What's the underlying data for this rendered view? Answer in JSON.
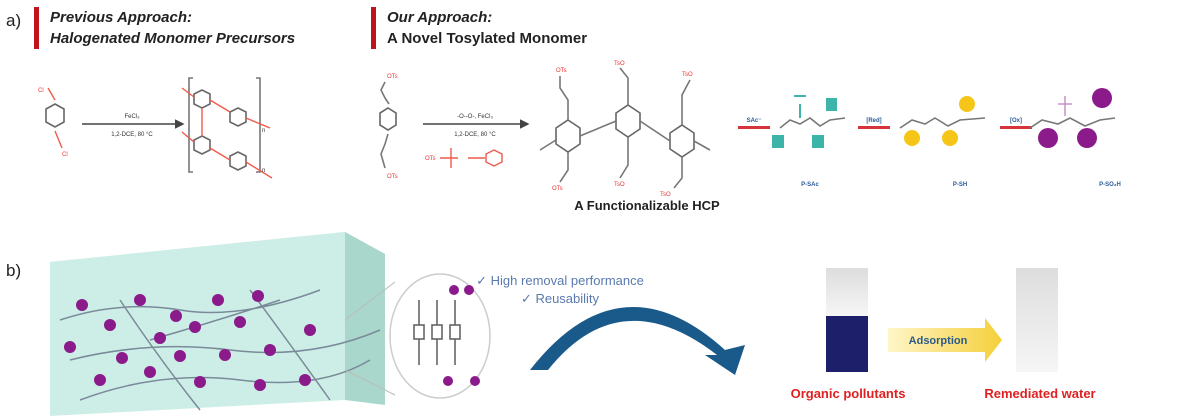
{
  "panel_a": {
    "label": "a)",
    "previous": {
      "title_line1": "Previous Approach:",
      "title_line2": "Halogenated Monomer Precursors",
      "reagent": "FeCl₃",
      "conditions": "1,2-DCE, 80 °C",
      "leaving_group": "Cl",
      "repeat": "n"
    },
    "ours": {
      "title_line1": "Our Approach:",
      "title_line2": "A Novel Tosylated Monomer",
      "reagent": "‑O‑‑O‑, FeCl₃",
      "conditions": "1,2-DCE, 80 °C",
      "leaving_group": "OTs",
      "product_group": "TsO",
      "product_label": "A Functionalizable HCP"
    },
    "steps": [
      {
        "reagent": "SAc⁻",
        "product": "P-SAc",
        "color": "#3cb4a8"
      },
      {
        "reagent": "[Red]",
        "product": "P-SH",
        "color": "#f5c518"
      },
      {
        "reagent": "[Ox]",
        "product": "P-SO₃H",
        "color": "#8b1a8b"
      }
    ],
    "accent_color": "#c0141c"
  },
  "panel_b": {
    "label": "b)",
    "benefits": [
      "✓ High removal performance",
      "✓ Reusability"
    ],
    "arrow_label": "Adsorption",
    "vial_before_label": "Organic pollutants",
    "vial_after_label": "Remediated water",
    "block_color": "#cdeee6",
    "dot_color": "#8b1a8b",
    "arrow_color": "#1a5a8a",
    "label_color": "#e02020"
  }
}
